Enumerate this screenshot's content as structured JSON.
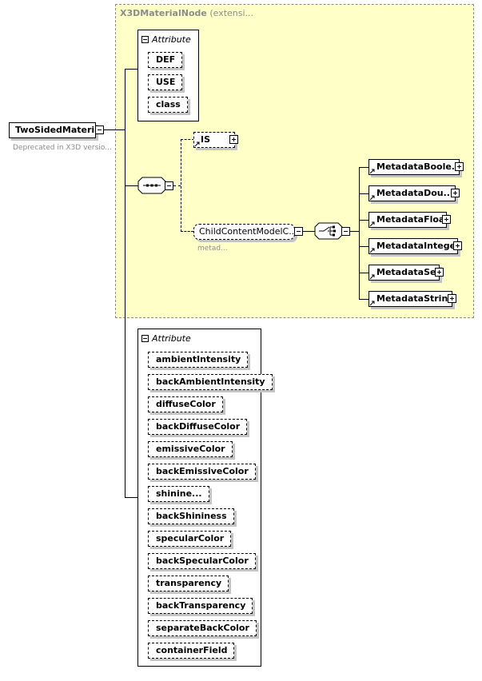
{
  "root": {
    "name": "TwoSidedMaterial",
    "annotation": "Deprecated in X3D versio..."
  },
  "extension": {
    "base": "X3DMaterialNode",
    "label": "(extensi..."
  },
  "base_attribute_group": {
    "header": "Attribute",
    "items": [
      "DEF",
      "USE",
      "class"
    ]
  },
  "sequence": {
    "is_element": "IS",
    "child_content": {
      "name": "ChildContentModelC...",
      "annotation": "metad..."
    },
    "choice_items": [
      "MetadataBoole...",
      "MetadataDou...",
      "MetadataFloat",
      "MetadataInteger",
      "MetadataSet",
      "MetadataString"
    ]
  },
  "attribute_group": {
    "header": "Attribute",
    "items": [
      "ambientIntensity",
      "backAmbientIntensity",
      "diffuseColor",
      "backDiffuseColor",
      "emissiveColor",
      "backEmissiveColor",
      "shinine...",
      "backShininess",
      "specularColor",
      "backSpecularColor",
      "transparency",
      "backTransparency",
      "separateBackColor",
      "containerField"
    ]
  }
}
